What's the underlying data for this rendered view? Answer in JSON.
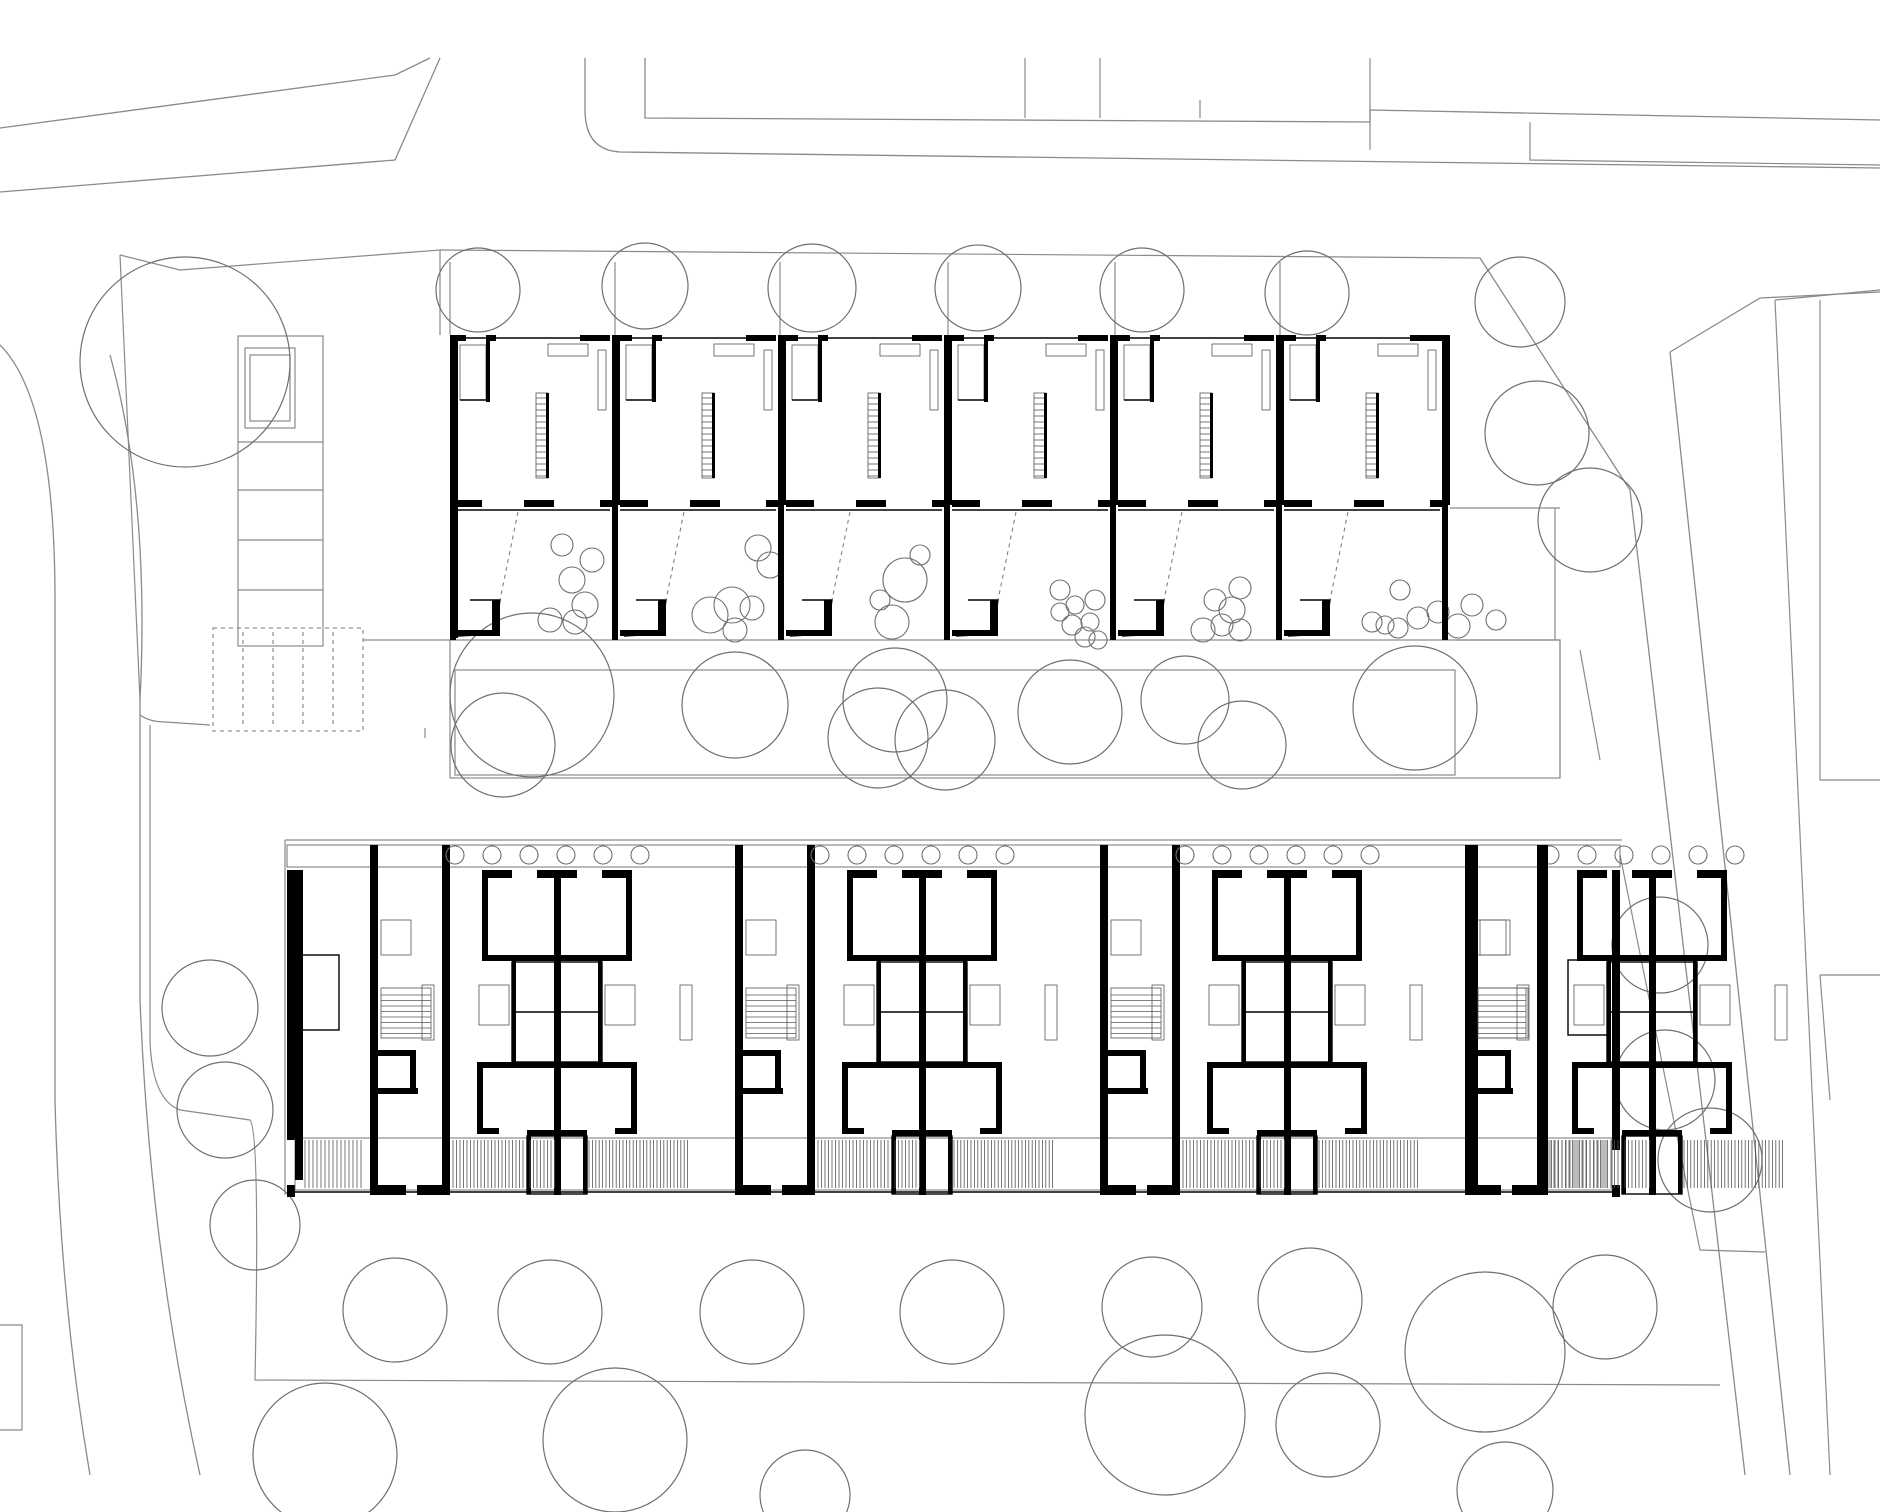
{
  "drawing": {
    "kind": "architectural site and ground floor plan",
    "colors": {
      "background": "#ffffff",
      "walls": "#000000",
      "site_lines": "#8a8a8a",
      "trees": "#6f6f6f"
    },
    "north_row": {
      "units": 6
    },
    "south_row": {
      "bays": 4
    }
  }
}
